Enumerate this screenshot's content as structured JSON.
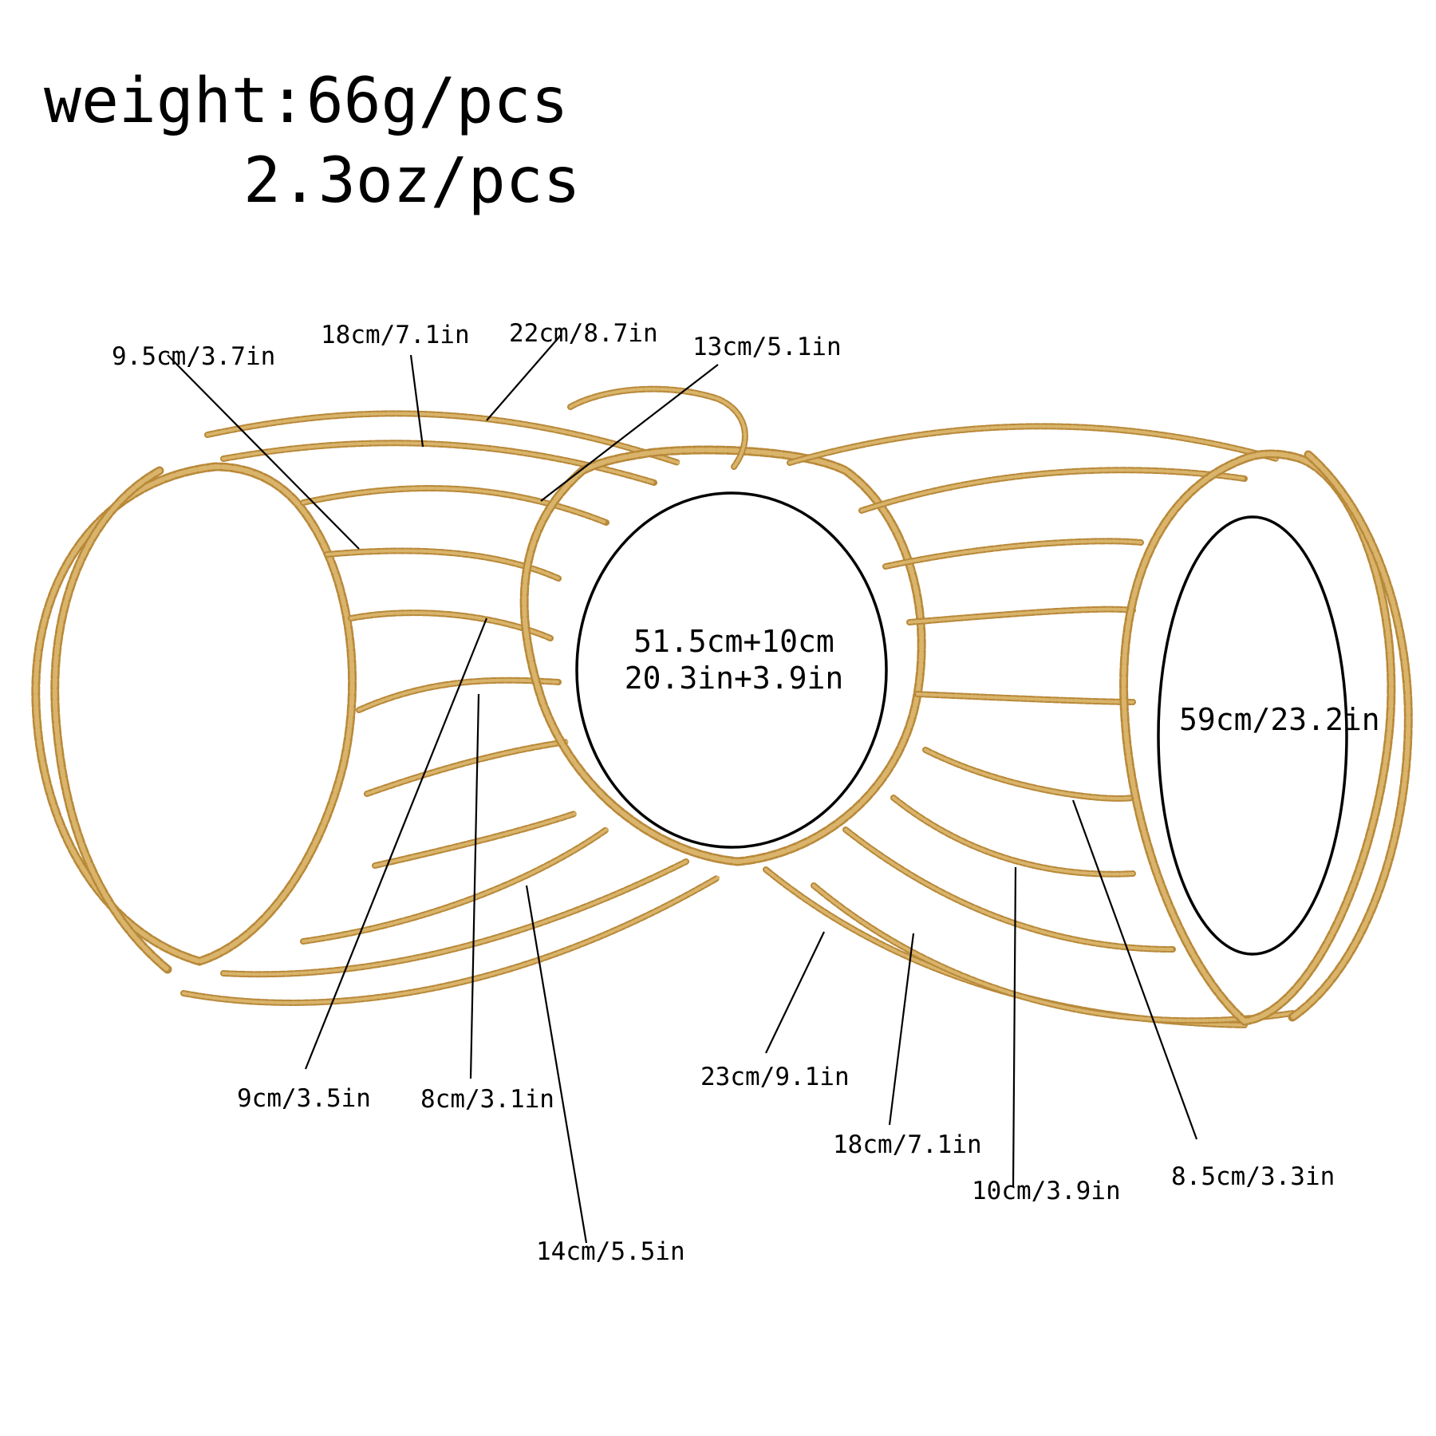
{
  "weight": {
    "grams": "weight:66g/pcs",
    "ounces": "2.3oz/pcs"
  },
  "dimensions": {
    "neck": {
      "line1": "51.5cm+10cm",
      "line2": "20.3in+3.9in"
    },
    "arm": "59cm/23.2in",
    "top_left_1": "9.5cm/3.7in",
    "top_left_2": "18cm/7.1in",
    "top_center": "22cm/8.7in",
    "top_right": "13cm/5.1in",
    "bottom_left_1": "9cm/3.5in",
    "bottom_left_2": "8cm/3.1in",
    "bottom_left_3": "14cm/5.5in",
    "bottom_right_1": "23cm/9.1in",
    "bottom_right_2": "18cm/7.1in",
    "bottom_right_3": "10cm/3.9in",
    "bottom_right_4": "8.5cm/3.3in"
  },
  "colors": {
    "chain": "#d9b46a",
    "chain_dark": "#b8893a",
    "ink": "#000000",
    "background": "#ffffff"
  }
}
